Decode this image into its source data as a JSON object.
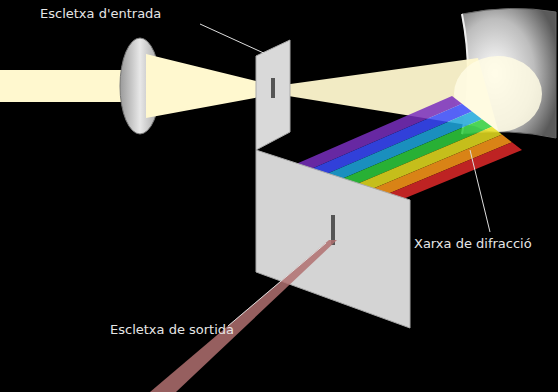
{
  "diagram": {
    "labels": [
      "Escletxa d'entrada",
      "Xarxa de difracció",
      "Escletxa de sortida"
    ]
  }
}
